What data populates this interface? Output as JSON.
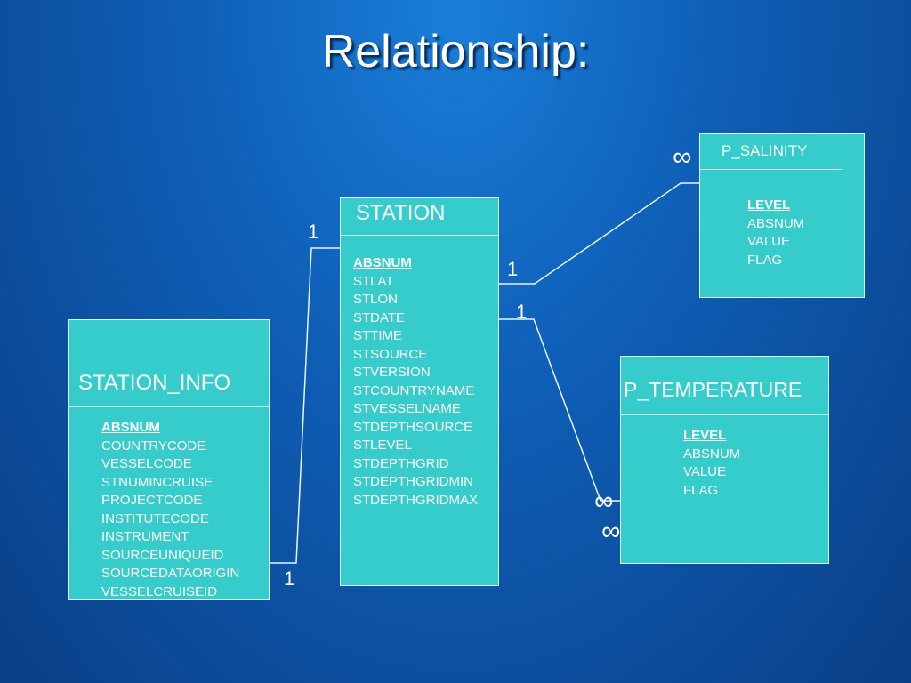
{
  "title": "Relationship:",
  "entities": {
    "station": {
      "name": "STATION",
      "fields": [
        "ABSNUM",
        "STLAT",
        "STLON",
        "STDATE",
        "STTIME",
        "STSOURCE",
        "STVERSION",
        "STCOUNTRYNAME",
        "STVESSELNAME",
        "STDEPTHSOURCE",
        "STLEVEL",
        "STDEPTHGRID",
        "STDEPTHGRIDMIN",
        "STDEPTHGRIDMAX"
      ]
    },
    "station_info": {
      "name": "STATION_INFO",
      "fields": [
        "ABSNUM",
        "COUNTRYCODE",
        "VESSELCODE",
        "STNUMINCRUISE",
        "PROJECTCODE",
        "INSTITUTECODE",
        "INSTRUMENT",
        "SOURCEUNIQUEID",
        "SOURCEDATAORIGIN",
        "VESSELCRUISEID"
      ]
    },
    "p_salinity": {
      "name": "P_SALINITY",
      "fields": [
        "LEVEL",
        "ABSNUM",
        "VALUE",
        "FLAG"
      ]
    },
    "p_temperature": {
      "name": "P_TEMPERATURE",
      "fields": [
        "LEVEL",
        "ABSNUM",
        "VALUE",
        "FLAG"
      ]
    }
  },
  "cardinalities": {
    "station_top_left": "1",
    "info_bottom": "1",
    "station_salinity": "1",
    "salinity_many": "∞",
    "station_temperature": "1",
    "temperature_many_1": "∞",
    "temperature_many_2": "∞"
  },
  "colors": {
    "entity_fill": "#36cccc",
    "line": "#e8f6f6"
  }
}
